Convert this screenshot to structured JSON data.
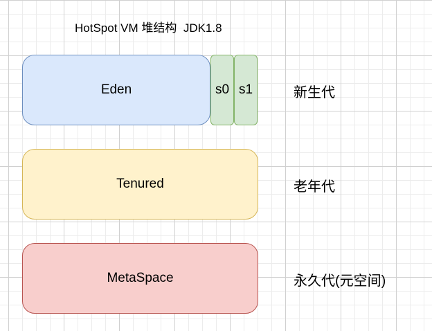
{
  "diagram": {
    "title": "HotSpot VM 堆结构  JDK1.8",
    "regions": {
      "eden": "Eden",
      "s0": "s0",
      "s1": "s1",
      "tenured": "Tenured",
      "metaspace": "MetaSpace"
    },
    "generation_labels": {
      "young": "新生代",
      "old": "老年代",
      "permanent": "永久代(元空间)"
    },
    "colors": {
      "eden_fill": "#dae8fc",
      "eden_border": "#6c8ebf",
      "survivor_fill": "#d5e8d4",
      "survivor_border": "#82b366",
      "tenured_fill": "#fff2cc",
      "tenured_border": "#d6b656",
      "metaspace_fill": "#f8cecc",
      "metaspace_border": "#b85450"
    }
  }
}
